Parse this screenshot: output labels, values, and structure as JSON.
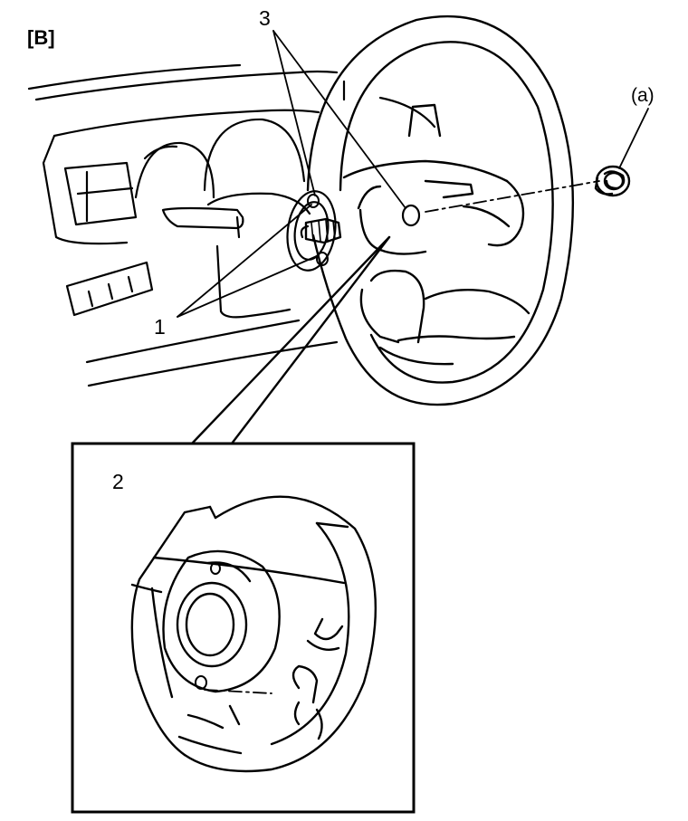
{
  "figure": {
    "view_label": "[B]",
    "callouts": {
      "part_1": "1",
      "part_2": "2",
      "part_3": "3",
      "tool_a": "(a)"
    },
    "ink_color": "#000000",
    "background_color": "#ffffff"
  }
}
